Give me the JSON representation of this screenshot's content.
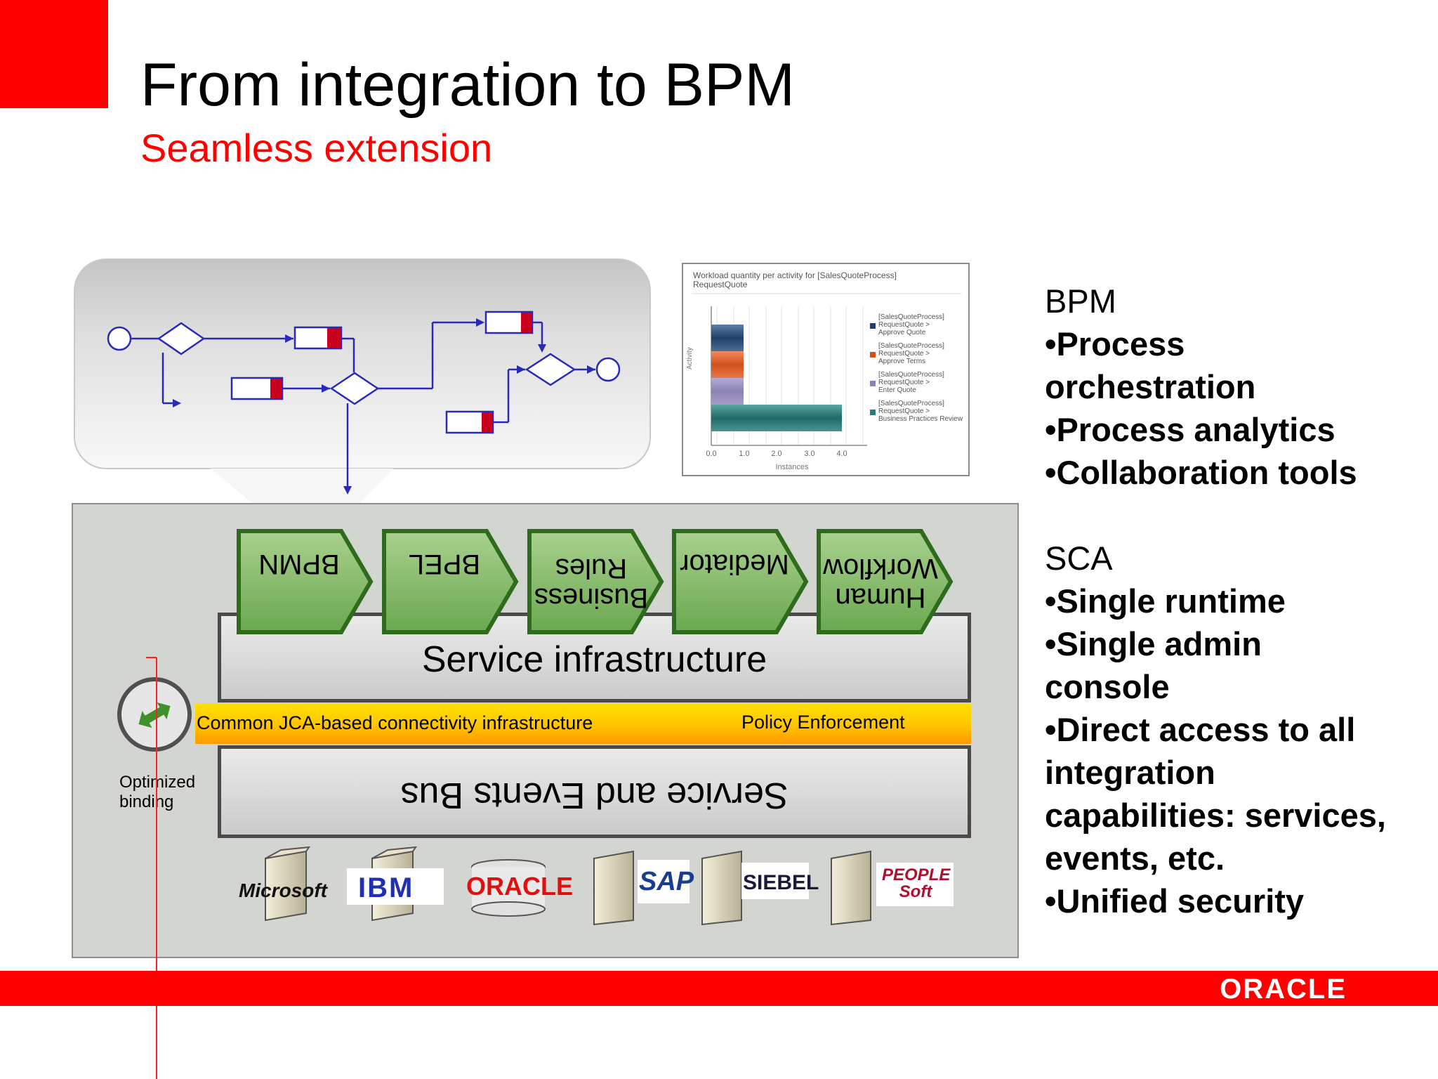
{
  "slide": {
    "title": "From integration to BPM",
    "subtitle": "Seamless extension",
    "brand_logo": "ORACLE",
    "accent_color": "#ff0000"
  },
  "bullets": {
    "bpm_header": "BPM",
    "bpm_items": [
      "•Process",
      "orchestration",
      "•Process analytics",
      "•Collaboration tools"
    ],
    "sca_header": "SCA",
    "sca_items": [
      "•Single runtime",
      "•Single admin",
      "console",
      "•Direct access to all",
      "integration",
      "capabilities: services,",
      "events, etc.",
      "•Unified security"
    ]
  },
  "workload_chart": {
    "title_line1": "Workload quantity per activity for [SalesQuoteProcess]",
    "title_line2": "RequestQuote",
    "xlabel": "Instances",
    "ylabel": "Activity",
    "ticks": [
      "0.0",
      "1.0",
      "2.0",
      "3.0",
      "4.0"
    ],
    "legend": [
      {
        "line1": "[SalesQuoteProcess]",
        "line2": "RequestQuote >",
        "line3": "Approve Quote",
        "color": "#1f3f66"
      },
      {
        "line1": "[SalesQuoteProcess]",
        "line2": "RequestQuote >",
        "line3": "Approve Terms",
        "color": "#d2501e"
      },
      {
        "line1": "[SalesQuoteProcess]",
        "line2": "RequestQuote >",
        "line3": "Enter Quote",
        "color": "#8c82b4"
      },
      {
        "line1": "[SalesQuoteProcess]",
        "line2": "RequestQuote >",
        "line3": "Business Practices Review",
        "color": "#2a7a78"
      }
    ]
  },
  "components": [
    "BPMN",
    "BPEL",
    "Business Rules",
    "Mediator",
    "Human Workflow"
  ],
  "layers": {
    "service_infrastructure": "Service infrastructure",
    "jca": "Common JCA-based connectivity infrastructure",
    "policy": "Policy Enforcement",
    "bus": "Service and Events Bus"
  },
  "optimized_binding": {
    "line1": "Optimized",
    "line2": "binding"
  },
  "vendors": [
    "Microsoft",
    "IBM",
    "ORACLE",
    "SAP",
    "SIEBEL",
    "PEOPLE Soft"
  ]
}
